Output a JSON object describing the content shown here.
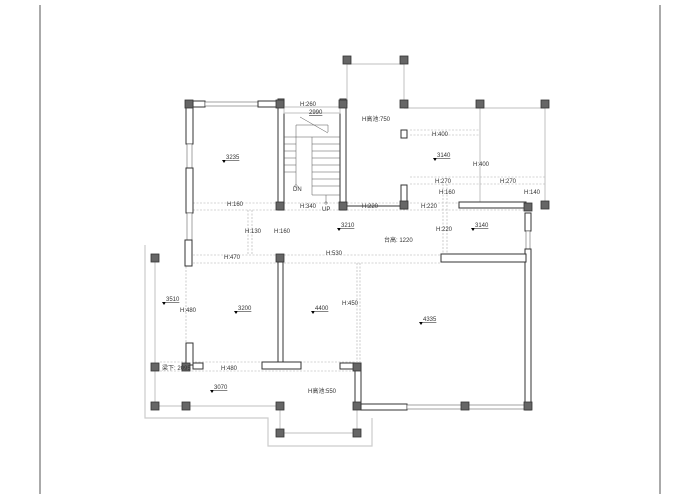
{
  "plan": {
    "stair": {
      "down": "DN",
      "up": "UP",
      "height": "H:260",
      "elevation": "2990"
    },
    "elevations": [
      "3235",
      "3140",
      "3210",
      "3140",
      "3510",
      "3200",
      "4400",
      "4335",
      "3070"
    ],
    "heights": [
      "H高池:750",
      "H:400",
      "H:400",
      "H:270",
      "H:270",
      "H:160",
      "H:140",
      "H:160",
      "H:340",
      "H:220",
      "H:220",
      "H:130",
      "H:160",
      "H:220",
      "H:470",
      "H:530",
      "H:480",
      "H:450",
      "H:480",
      "H高池:550"
    ],
    "notes": [
      "台高: 1220",
      "梁下: 2095"
    ]
  }
}
